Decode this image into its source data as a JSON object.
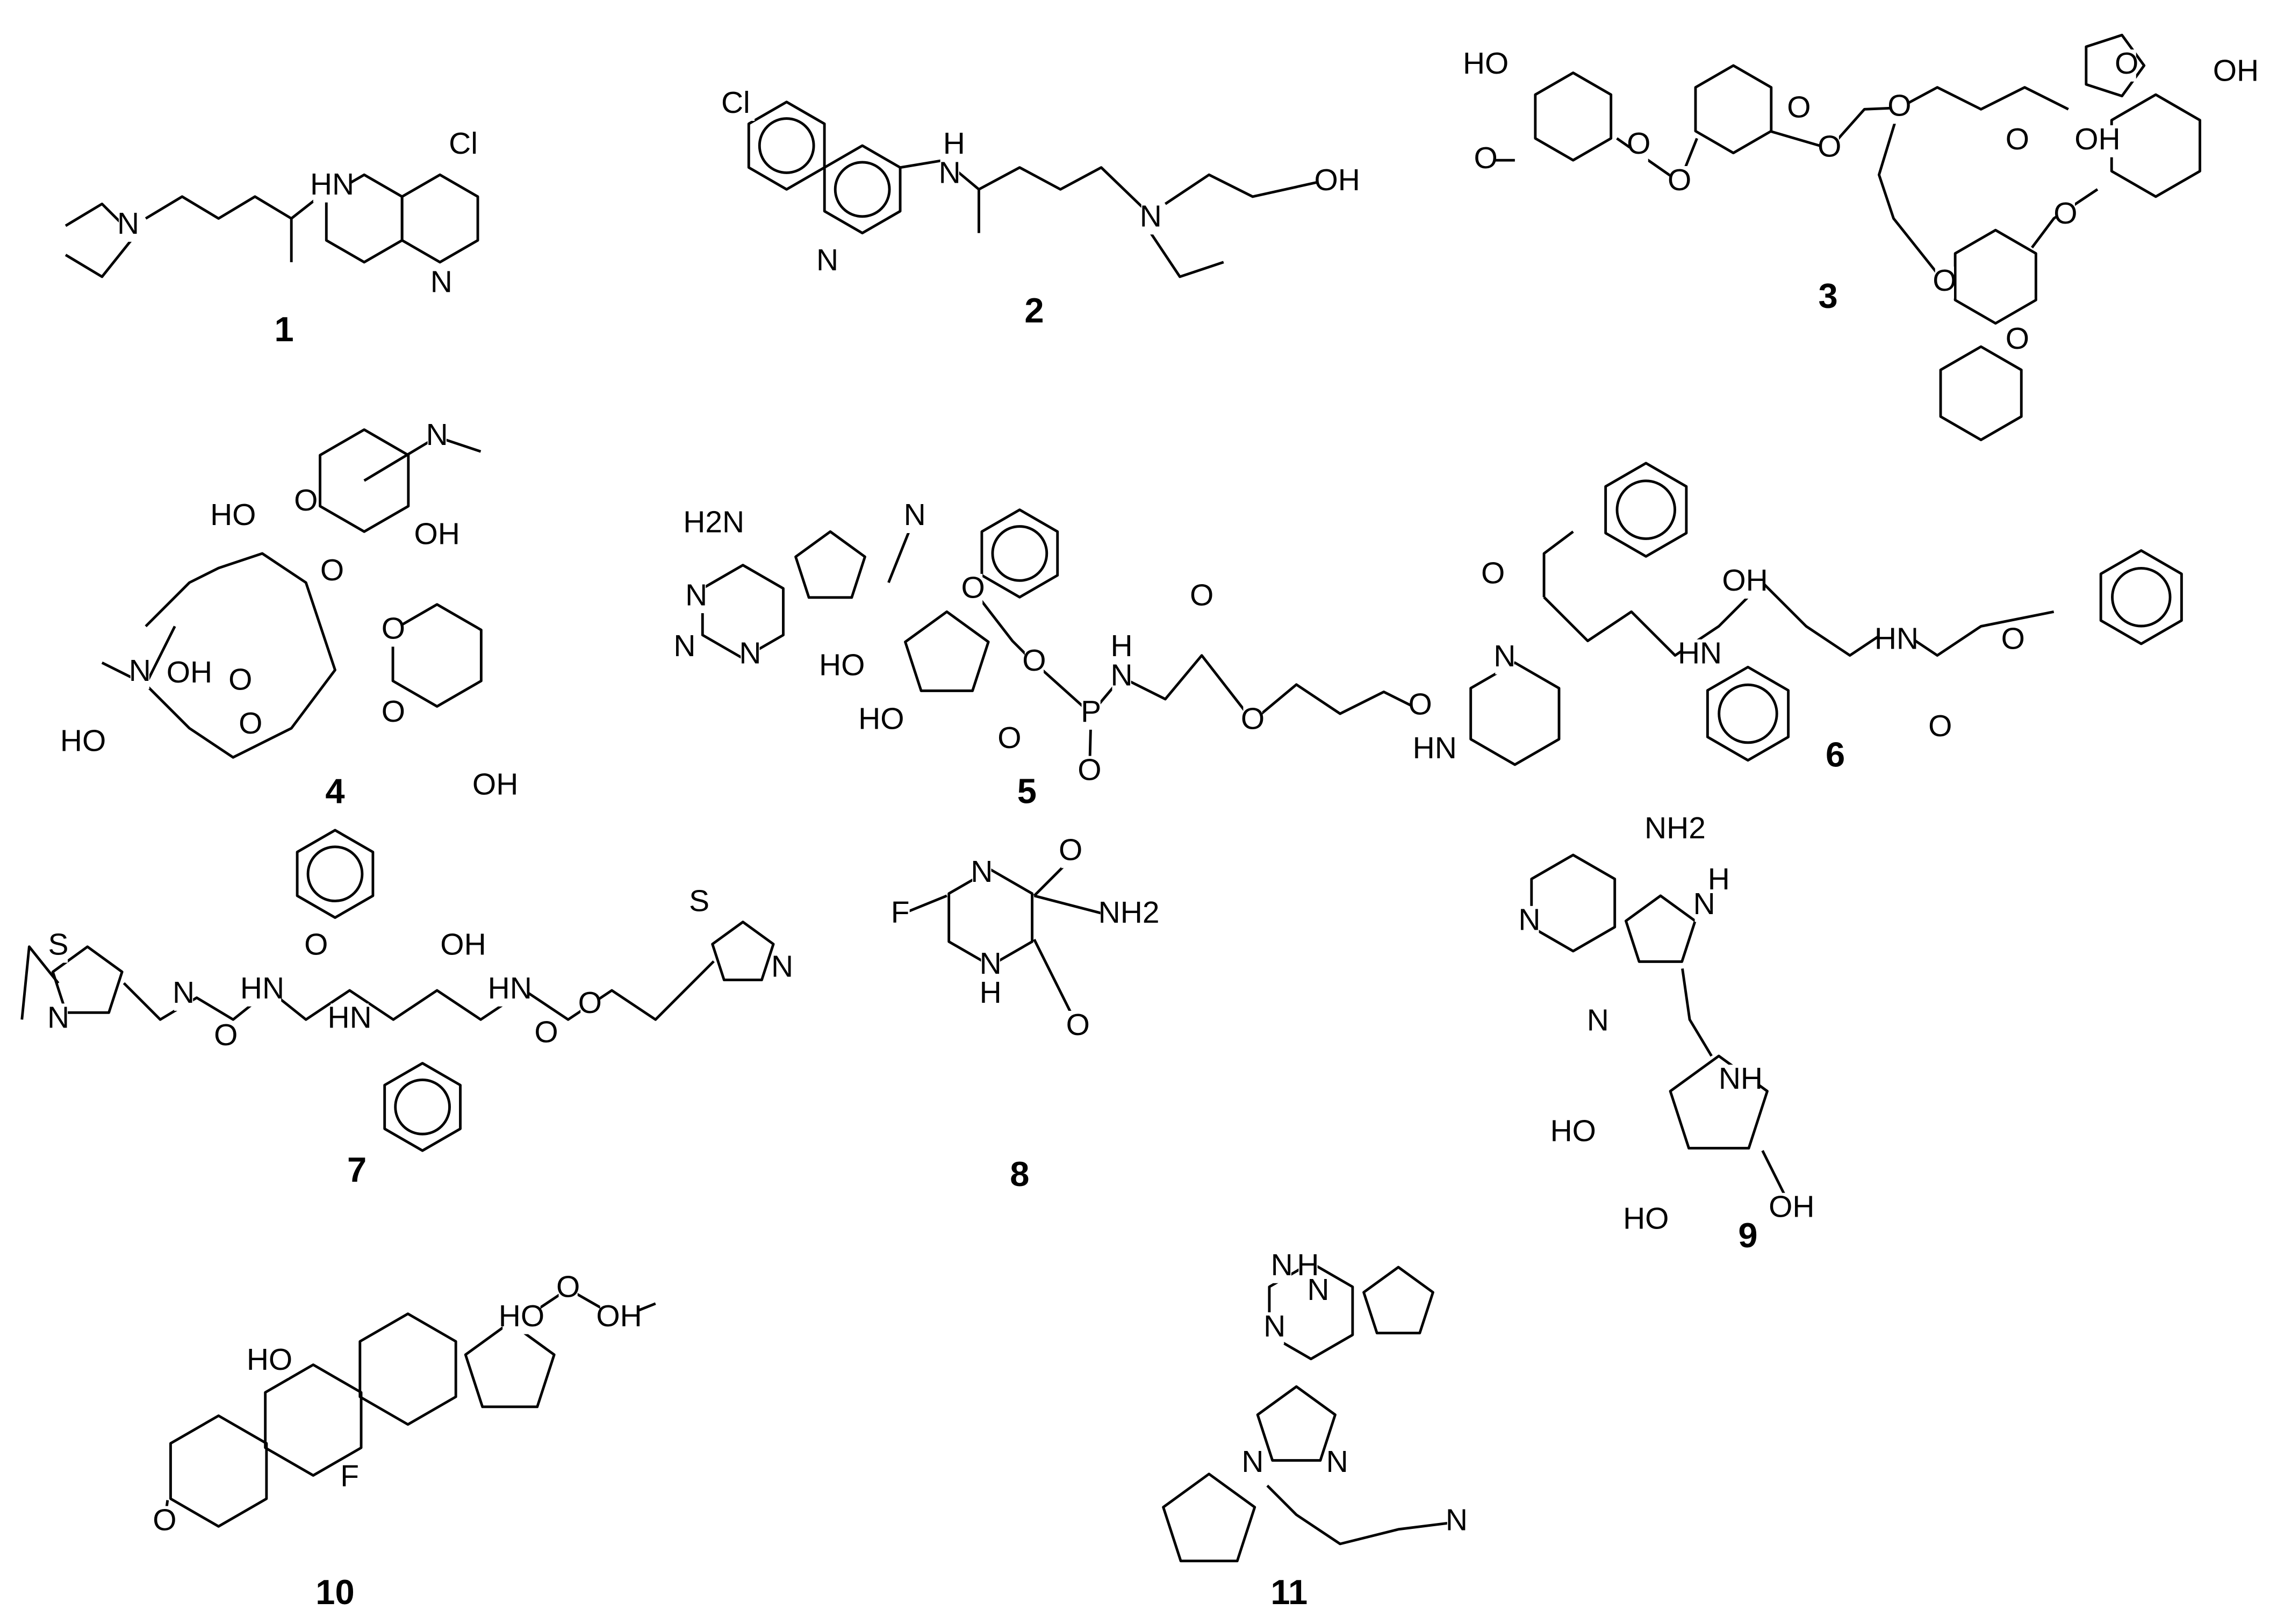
{
  "compounds": [
    {
      "number": "1",
      "atoms": [
        "Cl",
        "HN",
        "N",
        "N"
      ]
    },
    {
      "number": "2",
      "atoms": [
        "Cl",
        "H",
        "N",
        "N",
        "OH",
        "N"
      ]
    },
    {
      "number": "3",
      "atoms": [
        "HO",
        "O",
        "O",
        "O",
        "O",
        "O",
        "O",
        "O",
        "OH",
        "OH",
        "O",
        "O",
        "O",
        "O"
      ]
    },
    {
      "number": "4",
      "atoms": [
        "N",
        "HO",
        "O",
        "OH",
        "O",
        "N",
        "OH",
        "O",
        "O",
        "O",
        "HO",
        "O",
        "OH"
      ]
    },
    {
      "number": "5",
      "atoms": [
        "H2N",
        "N",
        "N",
        "N",
        "N",
        "O",
        "O",
        "O",
        "HO",
        "HO",
        "P",
        "O",
        "H",
        "N",
        "O",
        "O"
      ]
    },
    {
      "number": "6",
      "atoms": [
        "O",
        "N",
        "HN",
        "O",
        "HN",
        "OH",
        "HN",
        "O",
        "O"
      ]
    },
    {
      "number": "7",
      "atoms": [
        "S",
        "N",
        "N",
        "O",
        "HN",
        "O",
        "HN",
        "OH",
        "HN",
        "O",
        "O",
        "S",
        "N"
      ]
    },
    {
      "number": "8",
      "atoms": [
        "F",
        "N",
        "N",
        "H",
        "O",
        "NH2",
        "O"
      ]
    },
    {
      "number": "9",
      "atoms": [
        "NH2",
        "N",
        "N",
        "H",
        "N",
        "NH",
        "HO",
        "HO",
        "OH"
      ]
    },
    {
      "number": "10",
      "atoms": [
        "HO",
        "HO",
        "O",
        "OH",
        "F",
        "O"
      ]
    },
    {
      "number": "11",
      "atoms": [
        "H",
        "N",
        "N",
        "N",
        "N",
        "N",
        "N"
      ]
    }
  ]
}
